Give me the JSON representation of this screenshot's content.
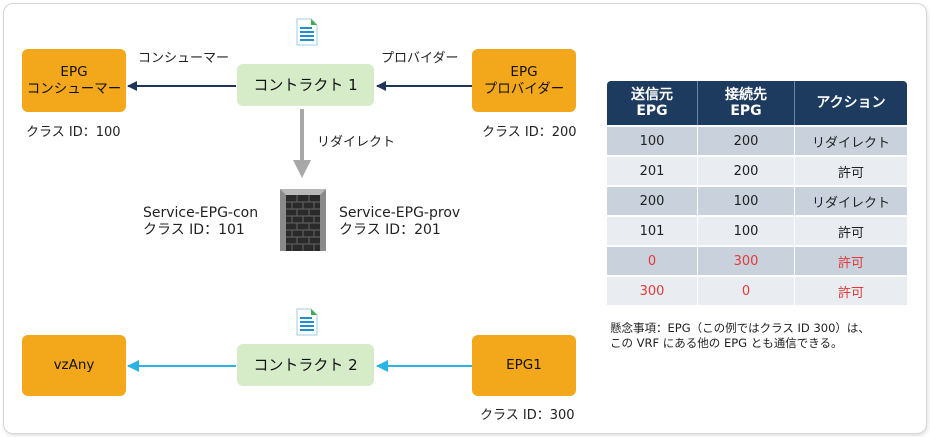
{
  "consumer_box": {
    "line1": "EPG",
    "line2": "コンシューマー"
  },
  "provider_box": {
    "line1": "EPG",
    "line2": "プロバイダー"
  },
  "contract1": "コントラクト 1",
  "contract2": "コントラクト 2",
  "vzany": "vzAny",
  "epg1": "EPG1",
  "labels": {
    "consumer_arrow": "コンシューマー",
    "provider_arrow": "プロバイダー",
    "redirect": "リダイレクト",
    "consumer_class": "クラス ID：100",
    "provider_class": "クラス ID：200",
    "epg1_class": "クラス ID：300",
    "service_con_name": "Service-EPG-con",
    "service_con_class": "クラス ID：101",
    "service_prov_name": "Service-EPG-prov",
    "service_prov_class": "クラス ID：201"
  },
  "table": {
    "headers": [
      {
        "line1": "送信元",
        "line2": "EPG"
      },
      {
        "line1": "接続先",
        "line2": "EPG"
      },
      {
        "line1": "アクション",
        "line2": ""
      }
    ],
    "rows": [
      {
        "src": "100",
        "dst": "200",
        "action": "リダイレクト",
        "highlight": false
      },
      {
        "src": "201",
        "dst": "200",
        "action": "許可",
        "highlight": false
      },
      {
        "src": "200",
        "dst": "100",
        "action": "リダイレクト",
        "highlight": false
      },
      {
        "src": "101",
        "dst": "100",
        "action": "許可",
        "highlight": false
      },
      {
        "src": "0",
        "dst": "300",
        "action": "許可",
        "highlight": true
      },
      {
        "src": "300",
        "dst": "0",
        "action": "許可",
        "highlight": true
      }
    ]
  },
  "note": {
    "line1": "懸念事項：EPG（この例ではクラス ID 300）は、",
    "line2": "この VRF にある他の EPG とも通信できる。"
  },
  "colors": {
    "epg_orange": "#f3a81c",
    "contract_green": "#d6ecc9",
    "arrow_navy": "#1d3557",
    "arrow_cyan": "#2bb3e6",
    "arrow_gray": "#a8a8a8",
    "table_header": "#1d3a5f",
    "highlight_red": "#e03a3a"
  }
}
